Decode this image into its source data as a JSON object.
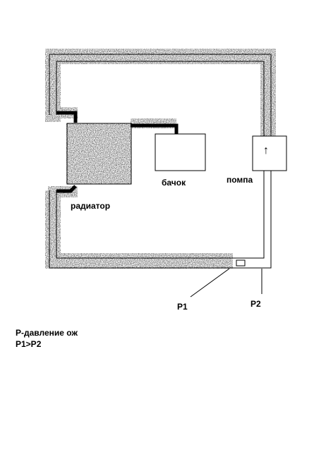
{
  "labels": {
    "radiator": "радиатор",
    "tank": "бачок",
    "pump": "помпа",
    "p1": "P1",
    "p2": "P2"
  },
  "notes": {
    "line1": "P-давление ож",
    "line2": "P1>P2"
  },
  "icons": {
    "pump_arrow": "↑"
  },
  "colors": {
    "line": "#000000",
    "grime": "#555555",
    "background": "#ffffff"
  }
}
